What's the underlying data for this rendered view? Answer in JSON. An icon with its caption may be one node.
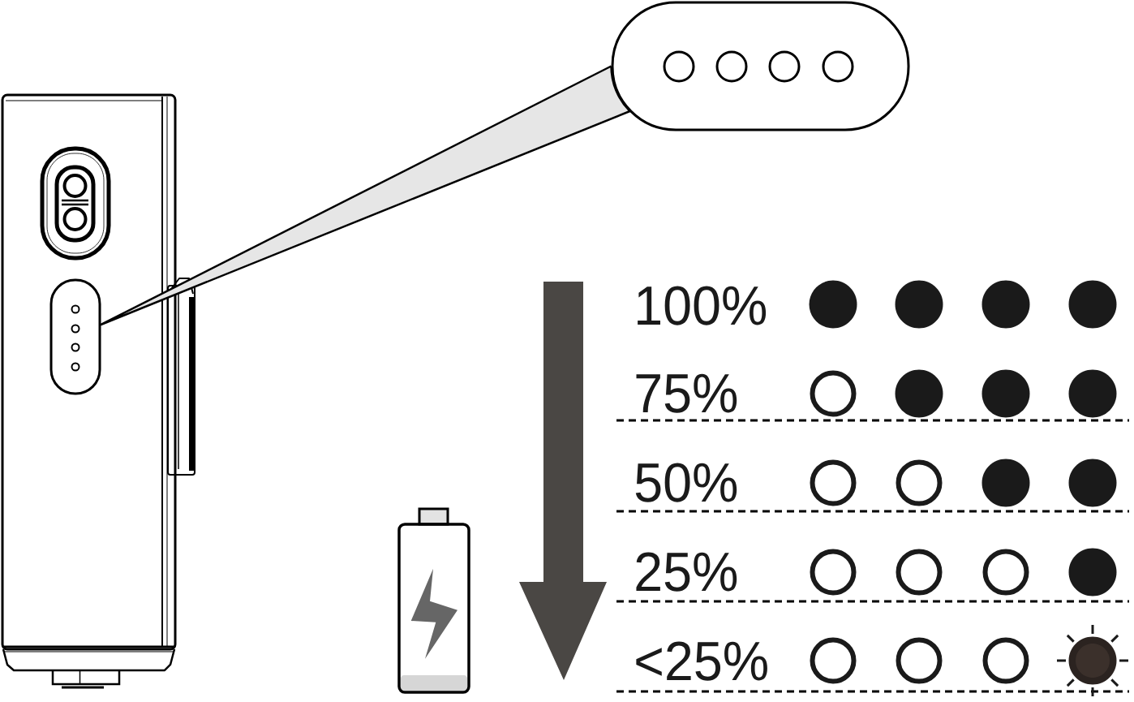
{
  "diagram": {
    "nodes": [
      {
        "text": [],
        "shape": "box"
      },
      {
        "text": [],
        "shape": "box"
      }
    ],
    "edges": [
      {
        "from": 0,
        "to": 1,
        "arrow": "none"
      }
    ],
    "labels": [
      "100%",
      "75%",
      "50%",
      "25%",
      "<25%"
    ]
  }
}
